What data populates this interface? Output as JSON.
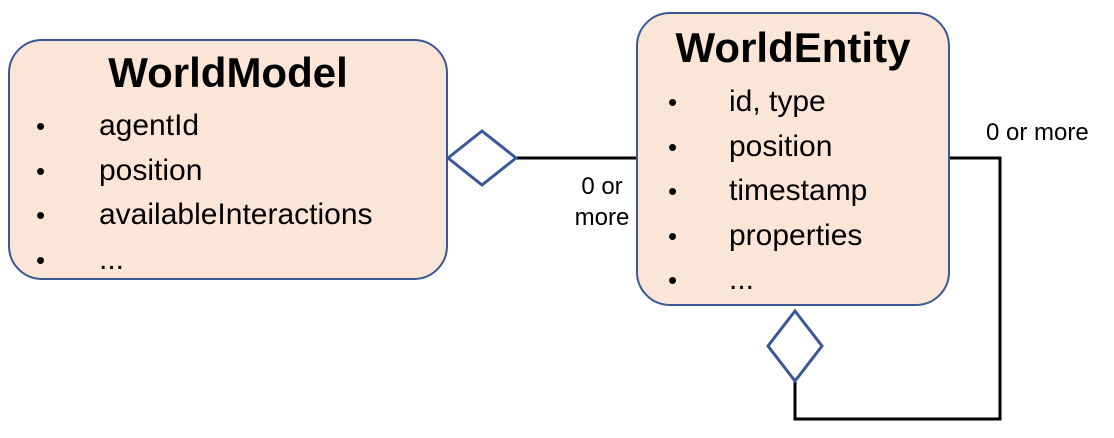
{
  "world_model": {
    "title": "WorldModel",
    "attributes": [
      "agentId",
      "position",
      "availableInteractions",
      "..."
    ]
  },
  "world_entity": {
    "title": "WorldEntity",
    "attributes": [
      "id, type",
      "position",
      "timestamp",
      "properties",
      "..."
    ]
  },
  "relations": {
    "model_to_entity": {
      "multiplicity_line1": "0 or",
      "multiplicity_line2": "more"
    },
    "entity_self": {
      "multiplicity": "0 or more"
    }
  },
  "colors": {
    "box_fill": "#fbe5d6",
    "box_border": "#3b5896",
    "diamond_stroke": "#3b5896",
    "line": "#000000"
  },
  "bullet_glyph": "•"
}
